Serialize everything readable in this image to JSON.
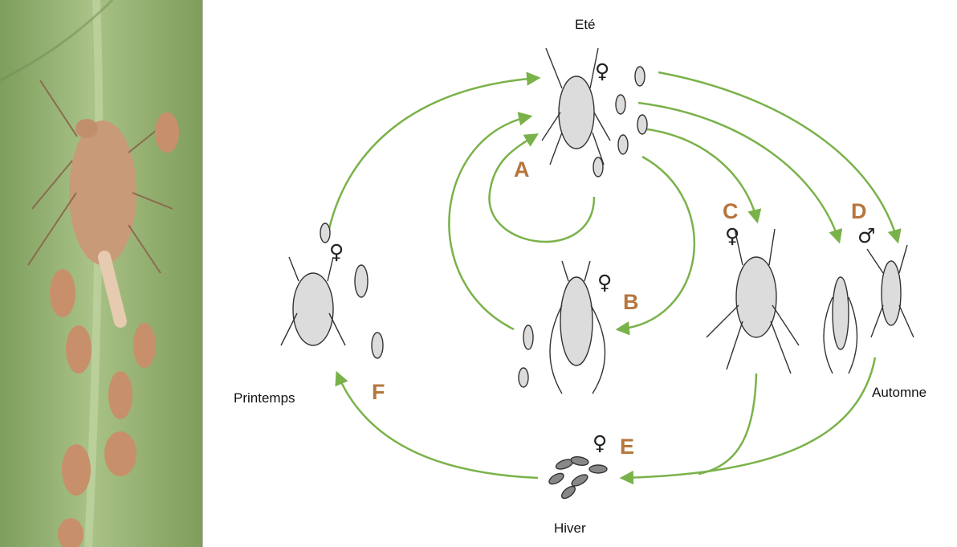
{
  "seasons": {
    "summer": "Eté",
    "spring": "Printemps",
    "autumn": "Automne",
    "winter": "Hiver"
  },
  "stages": {
    "a": "A",
    "b": "B",
    "c": "C",
    "d": "D",
    "e": "E",
    "f": "F"
  },
  "symbols": {
    "female": "♀",
    "male": "♂"
  },
  "colors": {
    "arrow": "#7ab24a",
    "stage_label": "#b5763d",
    "leaf": "#8faf6a"
  }
}
